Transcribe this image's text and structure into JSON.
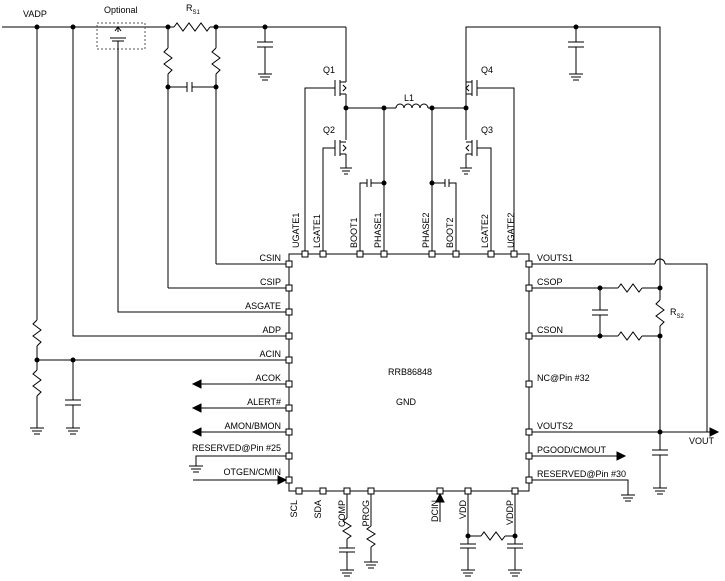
{
  "colors": {
    "wire": "#000000",
    "box_dash": "#555555"
  },
  "nets": {
    "vadp": "VADP",
    "optional": "Optional",
    "rs1_main": "R",
    "rs1_sub": "S1",
    "rs2_main": "R",
    "rs2_sub": "S2",
    "vout": "VOUT"
  },
  "components": {
    "q1": "Q1",
    "q2": "Q2",
    "q3": "Q3",
    "q4": "Q4",
    "l1": "L1"
  },
  "chip": {
    "part": "RRB86848",
    "gnd": "GND",
    "nc": "NC@Pin #32"
  },
  "pins": {
    "top": [
      "UGATE1",
      "LGATE1",
      "BOOT1",
      "PHASE1",
      "PHASE2",
      "BOOT2",
      "LGATE2",
      "UGATE2"
    ],
    "left": [
      "CSIN",
      "CSIP",
      "ASGATE",
      "ADP",
      "ACIN",
      "ACOK",
      "ALERT#",
      "AMON/BMON",
      "RESERVED@Pin #25",
      "OTGEN/CMIN"
    ],
    "right": [
      "VOUTS1",
      "CSOP",
      "CSON",
      "VOUTS2",
      "PGOOD/CMOUT",
      "RESERVED@Pin #30"
    ],
    "bottom": [
      "SCL",
      "SDA",
      "COMP",
      "PROG",
      "DCIN",
      "VDD",
      "VDDP"
    ]
  }
}
